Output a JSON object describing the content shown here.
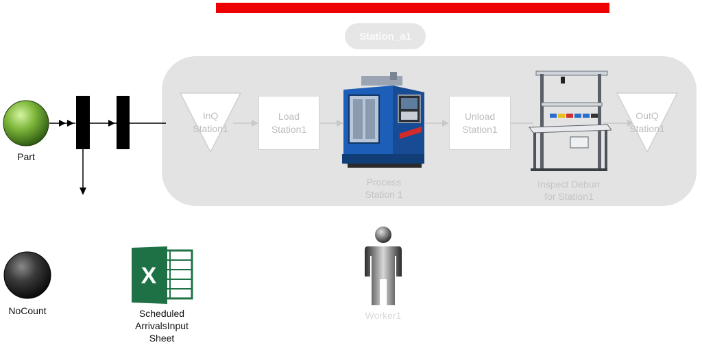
{
  "progress": {
    "color": "#ee0000"
  },
  "station": {
    "name": "Station_a1"
  },
  "nodes": {
    "part": {
      "label": "Part"
    },
    "in_queue": {
      "line1": "InQ",
      "line2": "Station1"
    },
    "load": {
      "line1": "Load",
      "line2": "Station1"
    },
    "process": {
      "line1": "Process",
      "line2": "Station 1"
    },
    "unload": {
      "line1": "Unload",
      "line2": "Station1"
    },
    "inspect": {
      "line1": "Inspect Deburr",
      "line2": "for Station1"
    },
    "out_queue": {
      "line1": "OutQ",
      "line2": "Station1"
    },
    "nocount": {
      "label": "NoCount"
    },
    "excel": {
      "line1": "Scheduled",
      "line2": "ArrivalsInput",
      "line3": "Sheet"
    },
    "worker": {
      "label": "Worker1"
    }
  },
  "icons": {
    "part": "green-sphere-icon",
    "nocount": "black-sphere-icon",
    "excel": "excel-icon",
    "worker": "person-icon",
    "process": "cnc-machine-icon",
    "inspect": "workbench-icon"
  }
}
